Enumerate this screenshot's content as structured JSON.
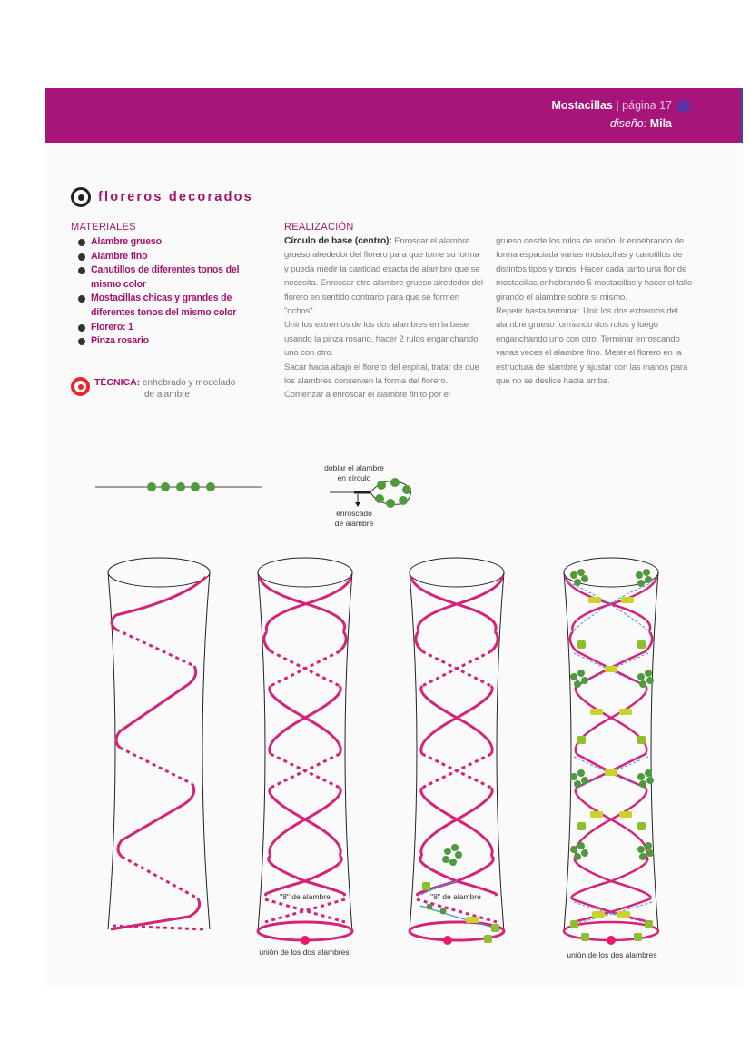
{
  "header": {
    "section": "Mostacillas",
    "separator": " | ",
    "page": "página 17",
    "design_label": "diseño:",
    "designer": "Mila",
    "colors": {
      "band": "#a8157a",
      "dot": "#5b35a8"
    }
  },
  "title": "floreros decorados",
  "materials": {
    "heading": "MATERIALES",
    "items": [
      "Alambre grueso",
      "Alambre fino",
      "Canutillos de diferentes tonos del mismo color",
      "Mostacillas chicas y grandes de diferentes tonos del mismo color",
      "Florero: 1",
      "Pinza rosario"
    ]
  },
  "technique": {
    "label": "TÉCNICA:",
    "line1": "enhebrado y modelado",
    "line2": "de alambre"
  },
  "realization": {
    "heading": "REALIZACIÓN",
    "lead": "Círculo de base (centro):",
    "col1": "Enroscar el alambre grueso alrededor del florero para que tome su forma y pueda medir la cantidad exacta de alambre que se necesita. Enroscar otro alambre grueso alrededor del florero en sentido contrario para que se formen \"ochos\".",
    "col1_p2": "Unir los extremos de los dos alambres en la base usando la pinza rosario, hacer 2 rulos enganchando uno con otro.",
    "col1_p3": "Sacar hacia abajo el florero del espiral, tratar de que los alambres conserven la forma del florero.",
    "col1_p4": "Comenzar a enroscar el alambre finito por el",
    "col2_p1": "grueso desde los rulos de unión. Ir enhebrando de forma espaciada varias mostacillas y canutillos de distintos tipos y tonos. Hacer cada tanto una flor de mostacillas enhebrando 5 mostacillas y hacer el tallo girando el alambre sobre sí mismo.",
    "col2_p2": "Repetir hasta terminar. Unir los dos extremos del alambre grueso formando dos rulos y luego enganchando uno con otro. Terminar enroscando varias veces el alambre fino. Meter el florero en la estructura de alambre y ajustar con las manos para que no se deslice hacia arriba."
  },
  "diagrams": {
    "bend_label_1": "doblar el alambre",
    "bend_label_2": "en círculo",
    "twist_label_1": "enroscado",
    "twist_label_2": "de alambre",
    "eight_label": "\"8\" de alambre",
    "join_label": "unión de los dos alambres",
    "colors": {
      "wire": "#d4247a",
      "bead": "#4f9a3c",
      "tube": "#c8d42a",
      "fine_wire": "#4a90d9"
    }
  }
}
